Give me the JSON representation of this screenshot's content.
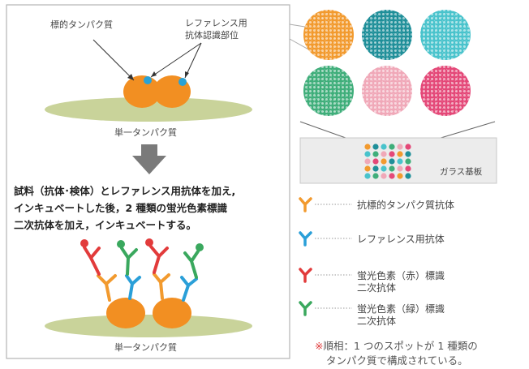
{
  "panel_left": {
    "label_target": "標的タンパク質",
    "label_reference_1": "レファレンス用",
    "label_reference_2": "抗体認識部位",
    "caption_top": "単一タンパク質",
    "instruction_lines": [
      "試料（抗体･検体）とレファレンス用抗体を加え,",
      "インキュベートした後，2 種類の蛍光色素標識",
      "二次抗体を加え，インキュベートする。"
    ],
    "caption_bottom": "単一タンパク質"
  },
  "spot_panel": {
    "spot_colors": [
      "#f29a2e",
      "#1f8f99",
      "#49c3cc",
      "#3fae7a",
      "#f0a8b8",
      "#e44878"
    ],
    "slide_label": "ガラス基板"
  },
  "legend": [
    {
      "icon": "y-antibody-orange-icon",
      "color": "#f29a2e",
      "label": "抗標的タンパク質抗体"
    },
    {
      "icon": "y-antibody-blue-icon",
      "color": "#2a9fd8",
      "label": "レファレンス用抗体"
    },
    {
      "icon": "y-antibody-red-icon",
      "color": "#e23b3b",
      "label_lines": [
        "蛍光色素（赤）標識",
        "二次抗体"
      ]
    },
    {
      "icon": "y-antibody-green-icon",
      "color": "#3aa85e",
      "label_lines": [
        "蛍光色素（緑）標識",
        "二次抗体"
      ]
    }
  ],
  "note": {
    "mark": "※",
    "line1": "順相：1 つのスポットが 1 種類の",
    "line2": "タンパク質で構成されている。"
  }
}
